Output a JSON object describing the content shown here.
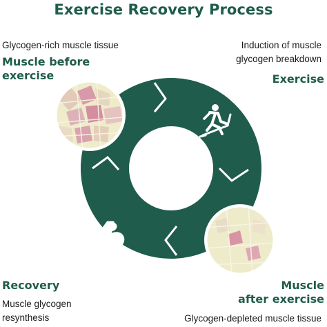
{
  "title": "Exercise Recovery Process",
  "stages": {
    "muscle_before": {
      "desc": "Glycogen-rich muscle tissue",
      "heading": [
        "Muscle before",
        "exercise"
      ]
    },
    "exercise": {
      "desc": [
        "Induction of muscle",
        "glycogen breakdown"
      ],
      "heading": "Exercise",
      "icon": "treadmill-runner-icon"
    },
    "muscle_after": {
      "desc": "Glycogen-depleted muscle tissue",
      "heading": [
        "Muscle",
        "after exercise"
      ]
    },
    "recovery": {
      "desc": [
        "Muscle glycogen",
        "resynthesis"
      ],
      "heading": "Recovery",
      "icon": "flexed-arm-icon"
    }
  },
  "colors": {
    "ring": "#1f5c4b",
    "heading": "#1f5c4b",
    "tissue_base": "#efeccb",
    "tissue_stain": "#d89aa8"
  }
}
